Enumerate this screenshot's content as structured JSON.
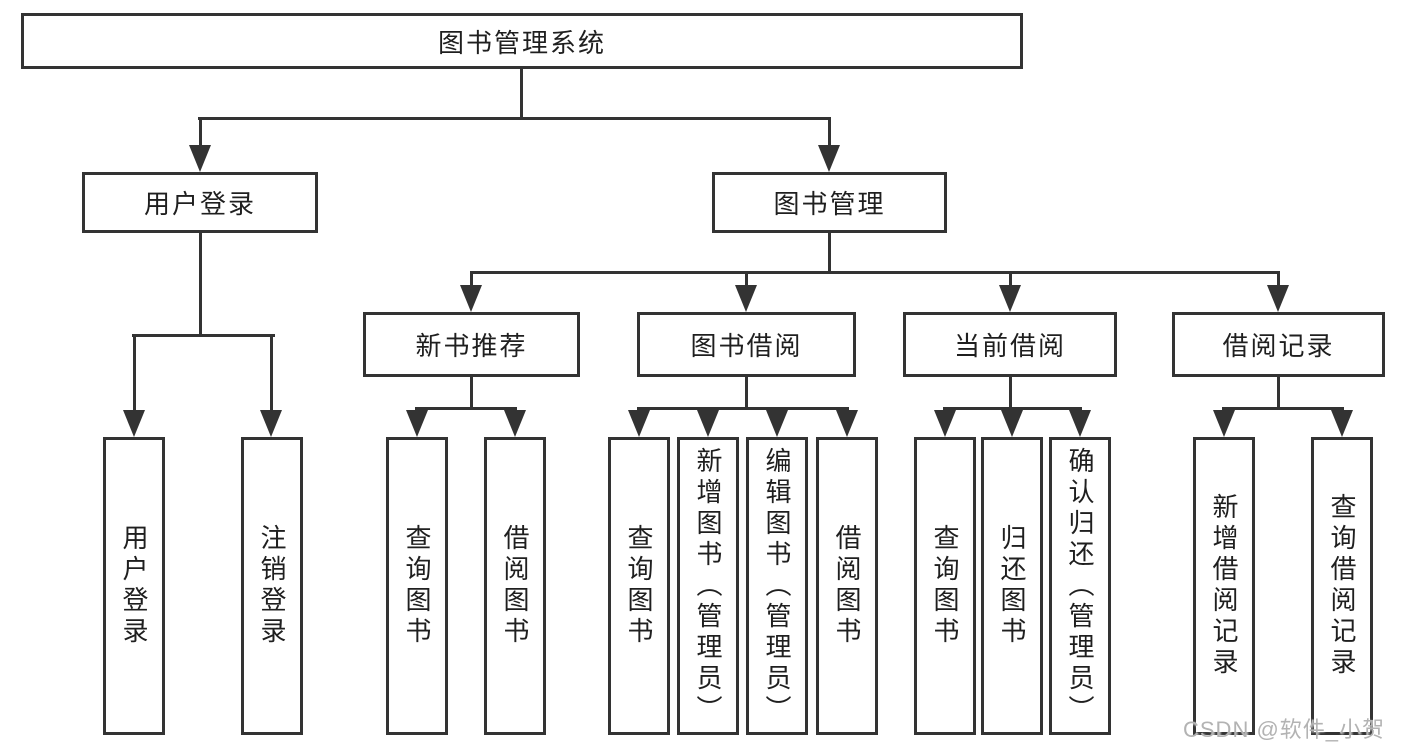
{
  "tree": {
    "root": {
      "label": "图书管理系统",
      "children": [
        {
          "label": "用户登录",
          "children": [
            {
              "label": "用户登录"
            },
            {
              "label": "注销登录"
            }
          ]
        },
        {
          "label": "图书管理",
          "children": [
            {
              "label": "新书推荐",
              "children": [
                {
                  "label": "查询图书"
                },
                {
                  "label": "借阅图书"
                }
              ]
            },
            {
              "label": "图书借阅",
              "children": [
                {
                  "label": "查询图书"
                },
                {
                  "label": "新增图书（管理员）"
                },
                {
                  "label": "编辑图书（管理员）"
                },
                {
                  "label": "借阅图书"
                }
              ]
            },
            {
              "label": "当前借阅",
              "children": [
                {
                  "label": "查询图书"
                },
                {
                  "label": "归还图书"
                },
                {
                  "label": "确认归还（管理员）"
                }
              ]
            },
            {
              "label": "借阅记录",
              "children": [
                {
                  "label": "新增借阅记录"
                },
                {
                  "label": "查询借阅记录"
                }
              ]
            }
          ]
        }
      ]
    }
  },
  "watermark": {
    "text": "CSDN @软件_小贺同学"
  },
  "colors": {
    "line": "#333333",
    "text": "#1f1f1f",
    "background": "#ffffff",
    "watermark": "#b3b3b3"
  }
}
